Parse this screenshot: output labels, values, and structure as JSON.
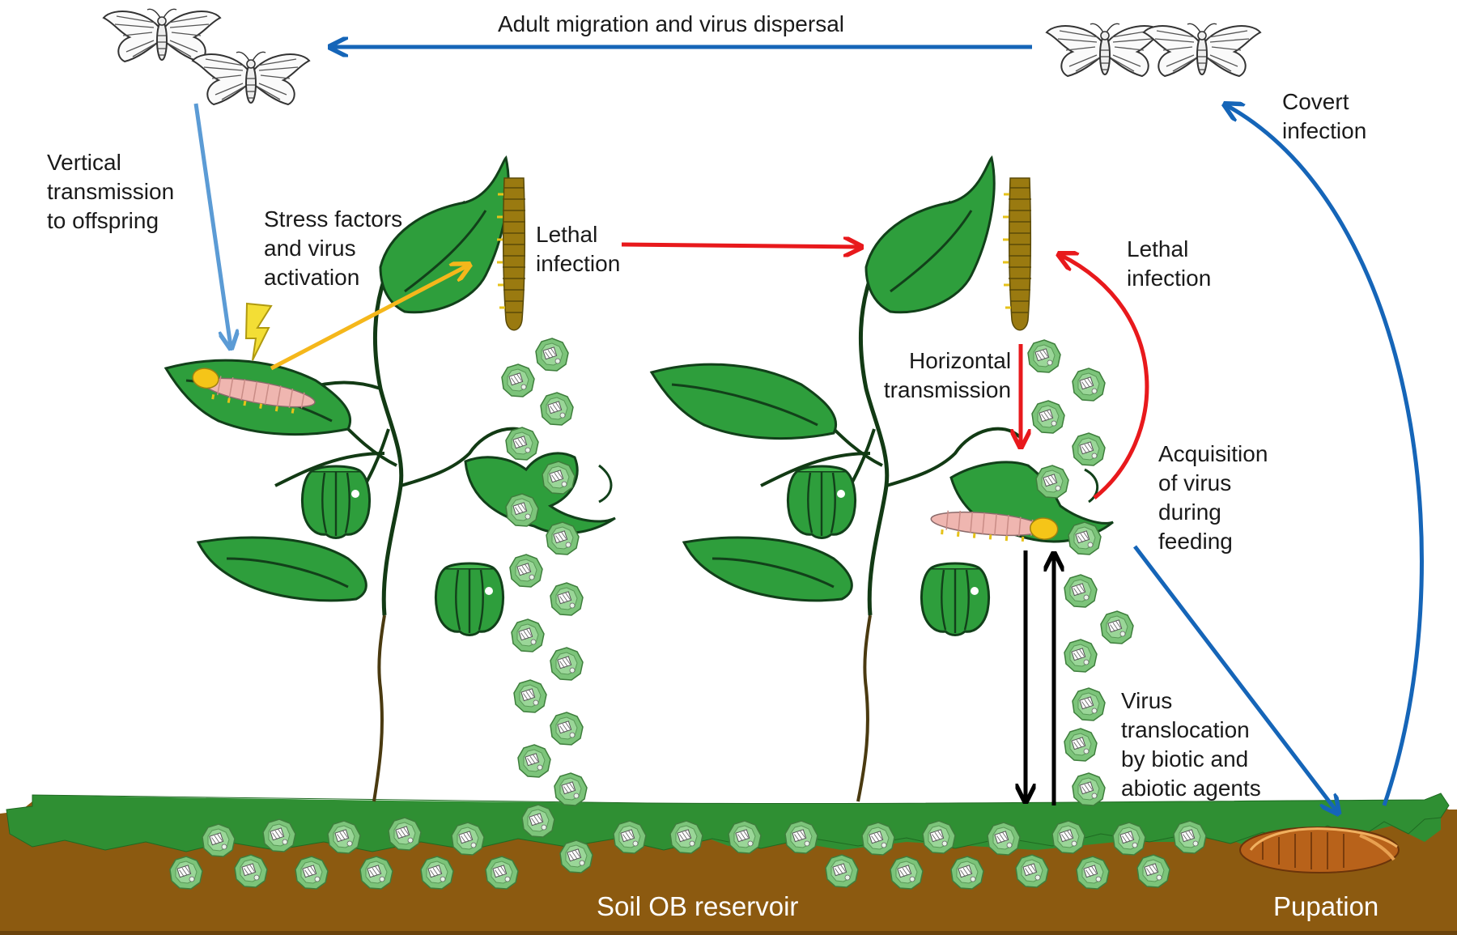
{
  "colors": {
    "leaf": "#2e9e3c",
    "leaf_light": "#43b64d",
    "leaf_outline": "#12401a",
    "stem": "#123a14",
    "soil_green": "#2f8f33",
    "soil_brown": "#8c5a10",
    "arrow_blue": "#1565b8",
    "arrow_light_blue": "#5b9bd5",
    "arrow_red": "#e8191c",
    "arrow_yellow": "#f5b71b",
    "arrow_black": "#000000",
    "larva_healthy": "#efb6b0",
    "larva_dead": "#9a7a10",
    "virus_green": "#7cc47a"
  },
  "labels": {
    "migration": "Adult migration and virus dispersal",
    "covert": [
      "Covert",
      "infection"
    ],
    "vertical": [
      "Vertical",
      "transmission",
      "to offspring"
    ],
    "stress": [
      "Stress factors",
      "and virus",
      "activation"
    ],
    "lethal_left": [
      "Lethal",
      "infection"
    ],
    "lethal_right": [
      "Lethal",
      "infection"
    ],
    "horizontal": [
      "Horizontal",
      "transmission"
    ],
    "acquisition": [
      "Acquisition",
      "of  virus",
      "during",
      "feeding"
    ],
    "translocation": [
      "Virus",
      "translocation",
      "by biotic and",
      "abiotic agents"
    ],
    "soil": "Soil OB reservoir",
    "pupation": "Pupation"
  },
  "icons": [
    "moth-icon",
    "lightning-icon",
    "larva-icon",
    "dead-larva-icon",
    "occlusion-body-icon",
    "pupa-icon",
    "pepper-icon",
    "leaf-icon"
  ]
}
